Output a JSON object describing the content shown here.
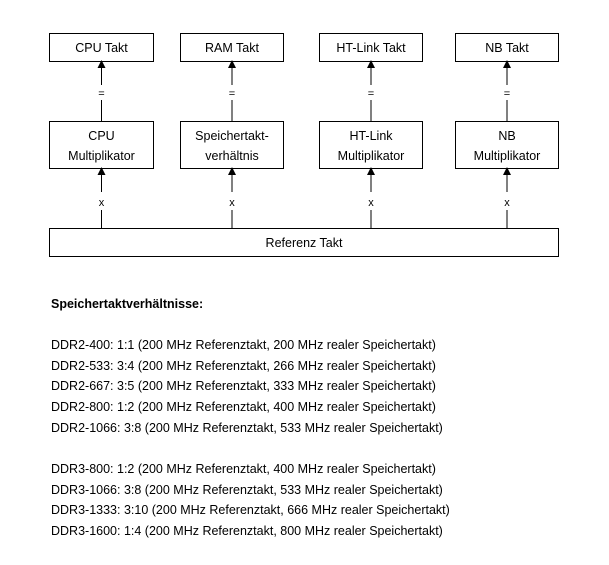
{
  "diagram": {
    "top_boxes": {
      "cpu_takt": "CPU Takt",
      "ram_takt": "RAM Takt",
      "ht_link_takt": "HT-Link Takt",
      "nb_takt": "NB Takt"
    },
    "middle_boxes": {
      "cpu_multiplikator": [
        "CPU",
        "Multiplikator"
      ],
      "speichertaktverhaeltnis": [
        "Speichertakt-",
        "verhältnis"
      ],
      "ht_link_multiplikator": [
        "HT-Link",
        "Multiplikator"
      ],
      "nb_multiplikator": [
        "NB",
        "Multiplikator"
      ]
    },
    "equals_symbol": "=",
    "times_symbol": "x",
    "referenz_takt": "Referenz Takt"
  },
  "ratios": {
    "heading": "Speichertaktverhältnisse:",
    "ddr2": [
      "DDR2-400: 1:1 (200 MHz Referenztakt, 200 MHz realer Speichertakt)",
      "DDR2-533: 3:4 (200 MHz Referenztakt, 266 MHz realer Speichertakt)",
      "DDR2-667: 3:5 (200 MHz Referenztakt, 333 MHz realer Speichertakt)",
      "DDR2-800: 1:2 (200 MHz Referenztakt, 400 MHz realer Speichertakt)",
      "DDR2-1066: 3:8 (200 MHz Referenztakt, 533 MHz realer Speichertakt)"
    ],
    "ddr3": [
      "DDR3-800: 1:2 (200 MHz Referenztakt, 400 MHz realer Speichertakt)",
      "DDR3-1066: 3:8 (200 MHz Referenztakt, 533 MHz realer Speichertakt)",
      "DDR3-1333: 3:10 (200 MHz Referenztakt, 666 MHz realer Speichertakt)",
      "DDR3-1600: 1:4 (200 MHz Referenztakt, 800 MHz realer Speichertakt)"
    ]
  }
}
